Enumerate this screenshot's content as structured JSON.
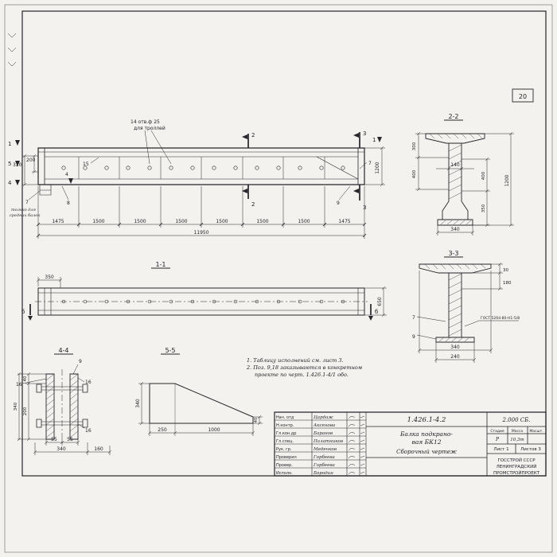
{
  "sheet": {
    "page_number": "20"
  },
  "main_view": {
    "callout_line1": "14 отв.ф 25",
    "callout_line2": "для троллей",
    "marker_1_left": "1",
    "marker_5_left": "5",
    "marker_4_left": "4",
    "marker_4_inner": "4",
    "marker_1_right": "1",
    "marker_2_top": "2",
    "marker_2_bottom": "2",
    "marker_3_top": "3",
    "marker_3_bottom": "3",
    "dim_320": "320",
    "dim_200": "200",
    "dim_15": "15",
    "dim_1200": "1200",
    "pos_7_left": "7",
    "pos_7_right": "7",
    "pos_8": "8",
    "pos_9": "9",
    "note_line1": "только для",
    "note_line2": "средних балок",
    "dims_bottom": [
      "1475",
      "1500",
      "1500",
      "1500",
      "1500",
      "1500",
      "1500",
      "1475"
    ],
    "dim_total": "11950"
  },
  "section_2_2": {
    "title": "2-2",
    "dim_300": "300",
    "dim_400_left": "400",
    "dim_140": "140",
    "dim_400_right": "400",
    "dim_350": "350",
    "dim_1200": "1200",
    "dim_340": "340"
  },
  "section_3_3": {
    "title": "3-3",
    "dim_30": "30",
    "dim_180": "180",
    "pos_7": "7",
    "pos_9": "9",
    "weld_note": "ГОСТ 5264-80-Н1-5/8",
    "dim_340": "340",
    "dim_240": "240"
  },
  "view_1_1": {
    "title": "1-1",
    "dim_350": "350",
    "dim_650": "650",
    "marker_b_left": "б",
    "marker_b_right": "б"
  },
  "view_4_4": {
    "title": "4-4",
    "pos_9": "9",
    "dim_16_top_left": "16",
    "dim_16_top_right": "16",
    "dim_16_bottom": "16",
    "dim_55_left": "55",
    "dim_55_right": "55",
    "dim_340_bottom": "340",
    "dim_160": "160",
    "dim_40_left": "40",
    "dim_200_left": "200",
    "dim_340_left": "340"
  },
  "section_5_5": {
    "title": "5-5",
    "dim_340": "340",
    "dim_40": "40",
    "dim_250": "250",
    "dim_1000": "1000"
  },
  "notes": {
    "line1": "1. Таблицу исполнений см. лист 3.",
    "line2": "2. Поз. 9,18 заказываются в конкретном",
    "line3": "проекте по черт. 1.426.1-4/1 обо."
  },
  "title_block": {
    "doc_number": "1.426.1-4.2",
    "doc_code": "2.000 СБ.",
    "title_line1": "Балка подкрано-",
    "title_line2": "вая БК12",
    "subtitle": "Сборочный чертеж",
    "col_stage": "Стадия",
    "col_mass": "Масса",
    "col_scale": "Масшт.",
    "stage_value": "Р",
    "mass_value": "10,3т",
    "sheet_info": "Лист 1",
    "sheets_info": "Листов 3",
    "org_line1": "ГОССТРОЙ СССР",
    "org_line2": "ЛЕНИНГРАДСКИЙ",
    "org_line3": "ПРОМСТРОЙПРОЕКТ",
    "rows": [
      {
        "role": "Нач. отд",
        "name": "Цардаж"
      },
      {
        "role": "Н.контр.",
        "name": "Аксенова"
      },
      {
        "role": "Гл.кон.др",
        "name": "Баранов"
      },
      {
        "role": "Гл.спец.",
        "name": "Палатников"
      },
      {
        "role": "Рук. гр.",
        "name": "Меденков"
      },
      {
        "role": "Проверил",
        "name": "Горбеева"
      },
      {
        "role": "Провер.",
        "name": "Горбеева"
      },
      {
        "role": "Исполн.",
        "name": "Бородин"
      }
    ]
  }
}
